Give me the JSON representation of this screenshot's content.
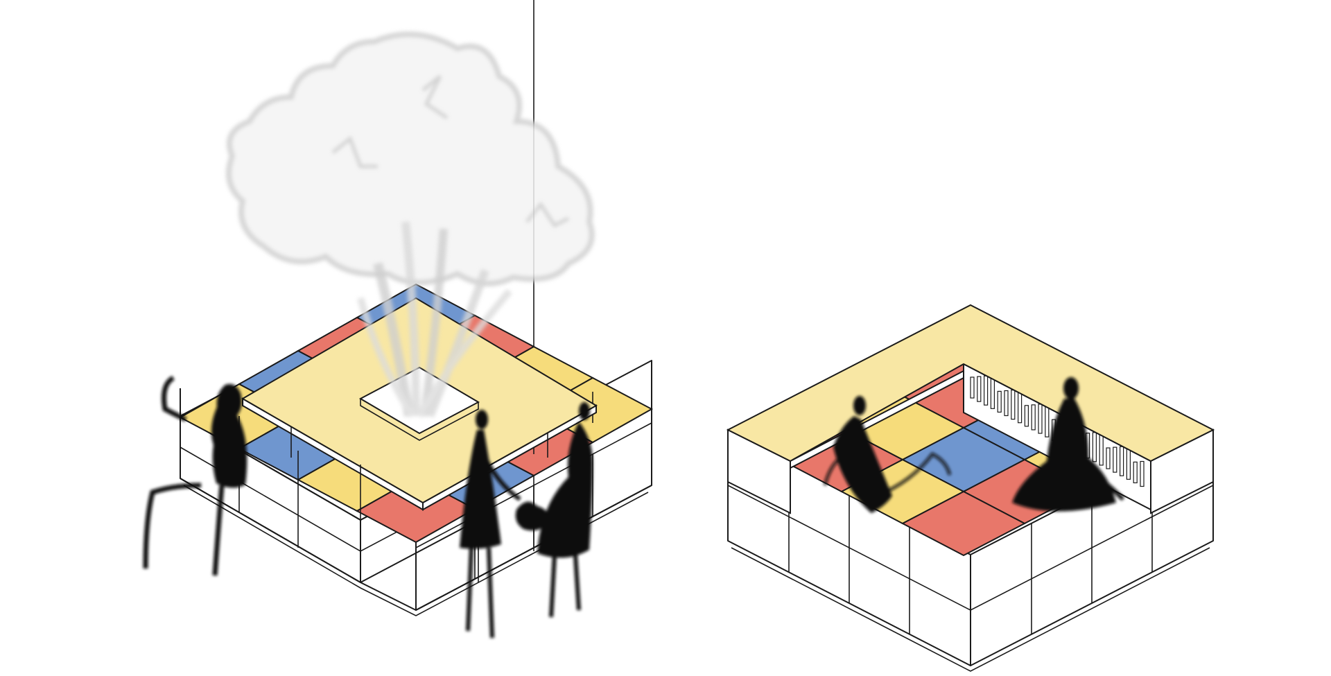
{
  "colors": {
    "background": "#ffffff",
    "red": "#e8776a",
    "blue": "#6f96cf",
    "yellow": "#f6dc7b",
    "cream": "#f8e7a4",
    "outline": "#1a1a1a",
    "figure": "#0b0b0b",
    "tree": "#eaeaea"
  },
  "diagram": {
    "left_module": {
      "label": "",
      "grid_cells": [
        {
          "row": 0,
          "col": 0,
          "color": "blue"
        },
        {
          "row": 0,
          "col": 1,
          "color": "red"
        },
        {
          "row": 0,
          "col": 2,
          "color": "yellow"
        },
        {
          "row": 0,
          "col": 3,
          "color": "yellow"
        },
        {
          "row": 1,
          "col": 0,
          "color": "red"
        },
        {
          "row": 1,
          "col": 1,
          "color": "yellow"
        },
        {
          "row": 1,
          "col": 2,
          "color": "blue"
        },
        {
          "row": 1,
          "col": 3,
          "color": "red"
        },
        {
          "row": 2,
          "col": 0,
          "color": "blue"
        },
        {
          "row": 2,
          "col": 1,
          "color": "red"
        },
        {
          "row": 2,
          "col": 2,
          "color": "blue"
        },
        {
          "row": 2,
          "col": 3,
          "color": "blue"
        },
        {
          "row": 3,
          "col": 0,
          "color": "yellow"
        },
        {
          "row": 3,
          "col": 1,
          "color": "blue"
        },
        {
          "row": 3,
          "col": 2,
          "color": "yellow"
        },
        {
          "row": 3,
          "col": 3,
          "color": "red"
        }
      ],
      "figures": [
        "sitting-figure",
        "standing-figure",
        "standing-figure",
        "sitting-figure-with-dog"
      ],
      "has_tree": true
    },
    "right_module": {
      "label": "",
      "grid_cells": [
        {
          "row": 0,
          "col": 0,
          "color": "red"
        },
        {
          "row": 0,
          "col": 1,
          "color": "blue"
        },
        {
          "row": 0,
          "col": 2,
          "color": "yellow"
        },
        {
          "row": 1,
          "col": 0,
          "color": "yellow"
        },
        {
          "row": 1,
          "col": 1,
          "color": "blue"
        },
        {
          "row": 1,
          "col": 2,
          "color": "red"
        },
        {
          "row": 2,
          "col": 0,
          "color": "red"
        },
        {
          "row": 2,
          "col": 1,
          "color": "yellow"
        },
        {
          "row": 2,
          "col": 2,
          "color": "red"
        }
      ],
      "figures": [
        "sitting-figure",
        "meditating-figure"
      ],
      "has_bookshelf": true
    }
  }
}
